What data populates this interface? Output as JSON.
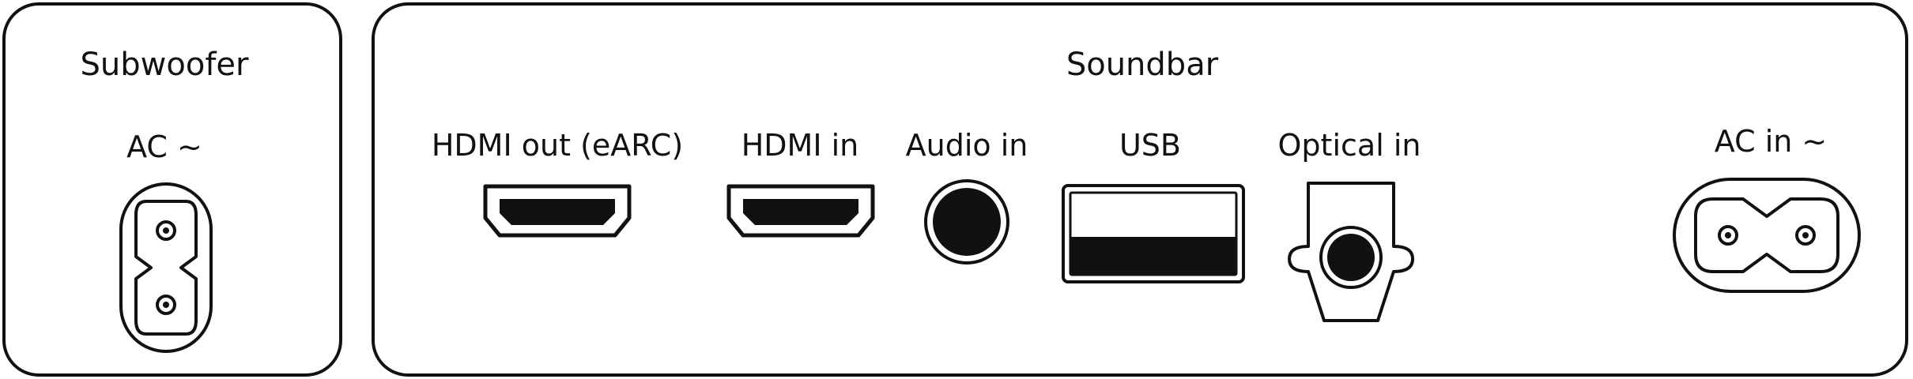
{
  "subwoofer": {
    "title": "Subwoofer",
    "ports": [
      {
        "label": "AC ~",
        "icon": "ac-power-socket-icon"
      }
    ]
  },
  "soundbar": {
    "title": "Soundbar",
    "ports": [
      {
        "label": "HDMI out (eARC)",
        "icon": "hdmi-port-icon"
      },
      {
        "label": "HDMI in",
        "icon": "hdmi-port-icon"
      },
      {
        "label": "Audio in",
        "icon": "audio-jack-icon"
      },
      {
        "label": "USB",
        "icon": "usb-port-icon"
      },
      {
        "label": "Optical in",
        "icon": "optical-port-icon"
      },
      {
        "label": "AC in ~",
        "icon": "ac-power-socket-icon"
      }
    ]
  },
  "colors": {
    "stroke": "#111111",
    "background": "#ffffff"
  }
}
